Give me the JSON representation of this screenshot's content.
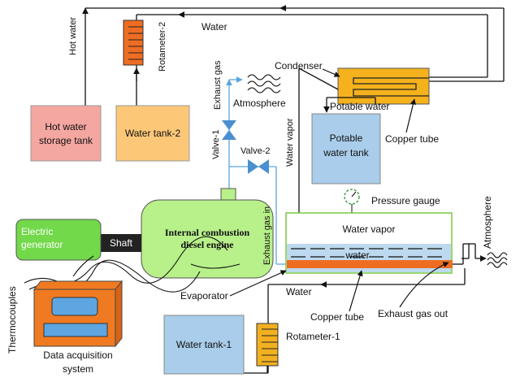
{
  "labels": {
    "hot_water": "Hot water",
    "water_top": "Water",
    "rotameter2": "Rotameter-2",
    "exhaust_gas": "Exhaust gas",
    "atmosphere_top": "Atmosphere",
    "condenser": "Condenser",
    "potable_water": "Potable water",
    "potable_tank_l1": "Potable",
    "potable_tank_l2": "water tank",
    "copper_tube_top": "Copper tube",
    "water_vapor_v": "Water vapor",
    "hot_tank_l1": "Hot water",
    "hot_tank_l2": "storage tank",
    "water_tank2": "Water tank-2",
    "valve1": "Valve-1",
    "valve2": "Valve-2",
    "pressure_gauge": "Pressure gauge",
    "atmosphere_right": "Atmosphere",
    "electric_gen_l1": "Electric",
    "electric_gen_l2": "generator",
    "shaft": "Shaft",
    "engine_l1": "Internal combustion",
    "engine_l2": "diesel engine",
    "exhaust_gas_in": "Exhaust gas in",
    "water_vapor_evap": "Water vapor",
    "water_evap": "water",
    "evaporator": "Evaporator",
    "water_bottom": "Water",
    "copper_tube_bottom": "Copper tube",
    "exhaust_gas_out": "Exhaust gas out",
    "thermocouples": "Thermocouples",
    "daq_l1": "Data acquisition",
    "daq_l2": "system",
    "water_tank1": "Water tank-1",
    "rotameter1": "Rotameter-1"
  },
  "colors": {
    "hot_tank": "#f4a6a0",
    "water_tank2": "#fcc878",
    "potable_tank": "#a9cdea",
    "condenser": "#f5b21c",
    "rotameter": "#ee6d22",
    "rotameter1": "#f2b020",
    "engine": "#b8f08a",
    "generator": "#72d94a",
    "daq": "#ef7a22",
    "daq_screen": "#5ea6e2",
    "water_tank1": "#a9cdea",
    "evap_water": "#bcd9ef",
    "evap_tube": "#ee6d22",
    "valve": "#4a8fd0",
    "exhaust_line": "#5aa5e0"
  }
}
